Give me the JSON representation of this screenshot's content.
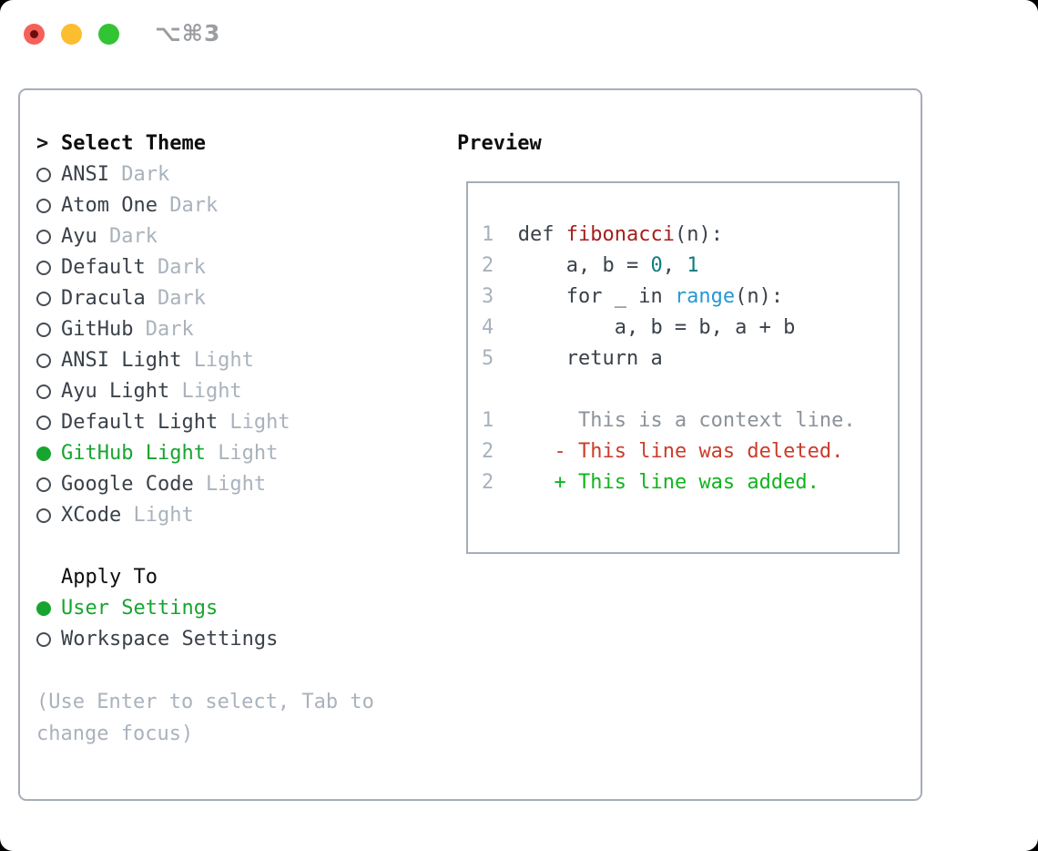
{
  "titlebar": {
    "title": "⌥⌘3",
    "buttons": [
      "close",
      "minimize",
      "zoom"
    ]
  },
  "colors": {
    "selection_green": "#17a52f",
    "deleted_red": "#c93c2b",
    "added_green": "#12b31f",
    "function_red": "#a61e1e",
    "number_teal": "#0e7d7d",
    "builtin_blue": "#2798d2",
    "muted_gray": "#a9b2bc",
    "border_gray": "#a6adb9",
    "traffic_red": "#f4605a",
    "traffic_yellow": "#fcbd2f",
    "traffic_green": "#33c435"
  },
  "theme_panel": {
    "header": {
      "prompt": ">",
      "label": "Select Theme"
    },
    "themes": [
      {
        "name": "ANSI",
        "variant": "Dark",
        "selected": false
      },
      {
        "name": "Atom One",
        "variant": "Dark",
        "selected": false
      },
      {
        "name": "Ayu",
        "variant": "Dark",
        "selected": false
      },
      {
        "name": "Default",
        "variant": "Dark",
        "selected": false
      },
      {
        "name": "Dracula",
        "variant": "Dark",
        "selected": false
      },
      {
        "name": "GitHub",
        "variant": "Dark",
        "selected": false
      },
      {
        "name": "ANSI Light",
        "variant": "Light",
        "selected": false
      },
      {
        "name": "Ayu Light",
        "variant": "Light",
        "selected": false
      },
      {
        "name": "Default Light",
        "variant": "Light",
        "selected": false
      },
      {
        "name": "GitHub Light",
        "variant": "Light",
        "selected": true
      },
      {
        "name": "Google Code",
        "variant": "Light",
        "selected": false
      },
      {
        "name": "XCode",
        "variant": "Light",
        "selected": false
      }
    ],
    "apply_to": {
      "label": "Apply To",
      "options": [
        {
          "name": "User Settings",
          "selected": true
        },
        {
          "name": "Workspace Settings",
          "selected": false
        }
      ]
    },
    "help_text": "(Use Enter to select, Tab to change focus)"
  },
  "preview": {
    "label": "Preview",
    "lines": [
      {
        "num": "1",
        "segs": [
          [
            "t",
            "def "
          ],
          [
            "fn",
            "fibonacci"
          ],
          [
            "t",
            "(n):"
          ]
        ]
      },
      {
        "num": "2",
        "segs": [
          [
            "t",
            "    a, b = "
          ],
          [
            "num",
            "0"
          ],
          [
            "t",
            ", "
          ],
          [
            "num",
            "1"
          ]
        ]
      },
      {
        "num": "3",
        "segs": [
          [
            "t",
            "    for _ in "
          ],
          [
            "call",
            "range"
          ],
          [
            "t",
            "(n):"
          ]
        ]
      },
      {
        "num": "4",
        "segs": [
          [
            "t",
            "        a, b = b, a + b"
          ]
        ]
      },
      {
        "num": "5",
        "segs": [
          [
            "t",
            "    return a"
          ]
        ]
      },
      {
        "num": "",
        "segs": []
      },
      {
        "num": "1",
        "segs": [
          [
            "ctx",
            "     This is a context line."
          ]
        ]
      },
      {
        "num": "2",
        "segs": [
          [
            "t",
            "   "
          ],
          [
            "del",
            "- This line was deleted."
          ]
        ]
      },
      {
        "num": "2",
        "segs": [
          [
            "t",
            "   "
          ],
          [
            "add",
            "+ This line was added."
          ]
        ]
      }
    ]
  }
}
